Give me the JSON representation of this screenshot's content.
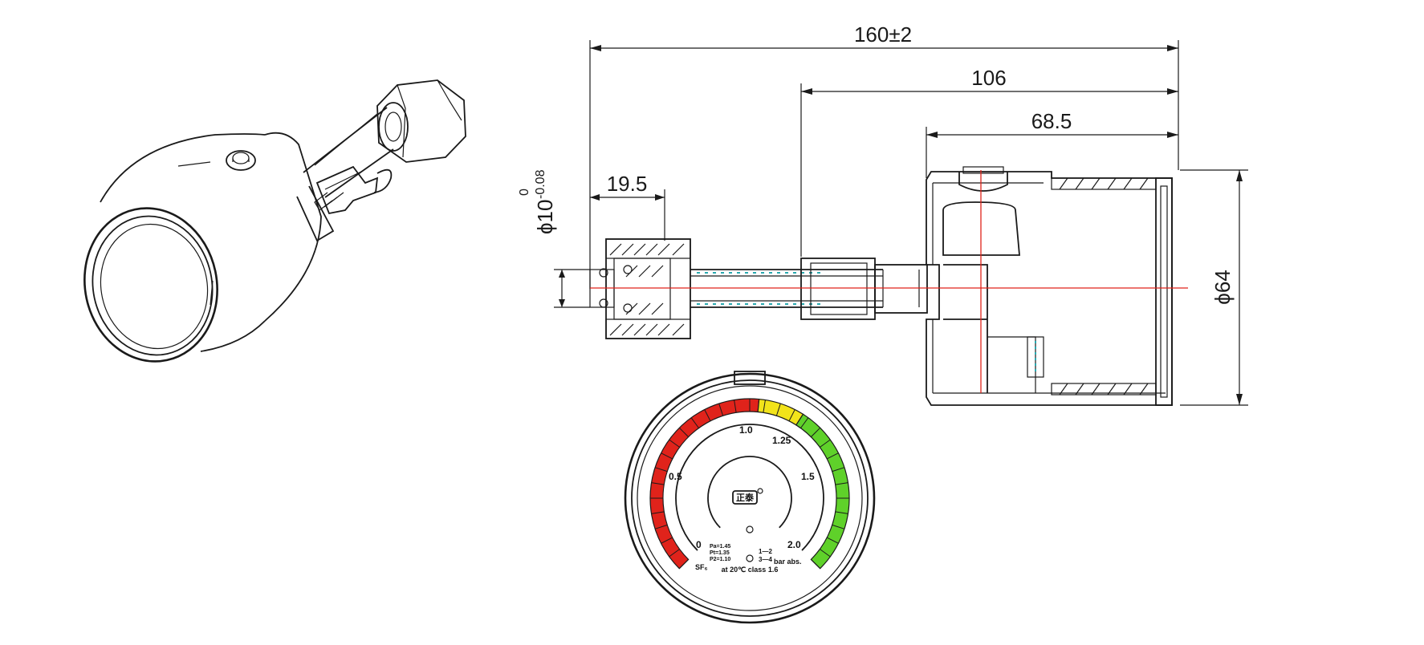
{
  "dimensions": {
    "overall_length": "160±2",
    "length_106": "106",
    "length_68_5": "68.5",
    "nut_length": "19.5",
    "diameter_64": "ϕ64",
    "diameter_10_main": "ϕ10",
    "tolerance_upper": "0",
    "tolerance_lower": "-0.08"
  },
  "gauge": {
    "scale_0": "0",
    "scale_0_5": "0.5",
    "scale_1_0": "1.0",
    "scale_1_25": "1.25",
    "scale_1_5": "1.5",
    "scale_2_0": "2.0",
    "logo_text": "正泰",
    "pressure_1": "Pa=1.45",
    "pressure_2": "Pt=1.35",
    "pressure_3": "P2=1.10",
    "contacts_1": "1—2",
    "contacts_2": "3—4",
    "gas": "SF₆",
    "temperature_class": "at 20℃ class 1.6",
    "unit": "bar abs."
  },
  "colors": {
    "red_zone": "#e0231b",
    "yellow_zone": "#f2e31a",
    "green_zone": "#5fd12a",
    "centerline": "#e0231b",
    "hatch": "#2aa9b0"
  }
}
